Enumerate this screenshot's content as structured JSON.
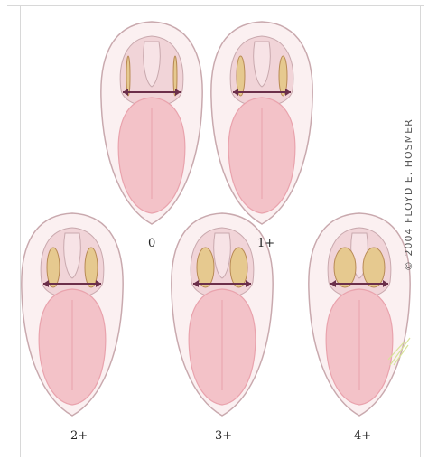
{
  "panels": [
    {
      "label": "0",
      "tonsil_grade": 0,
      "colors": {
        "tonsil": "#e6c98f"
      }
    },
    {
      "label": "1+",
      "tonsil_grade": 1,
      "colors": {
        "tonsil": "#e6c98f"
      }
    },
    {
      "label": "2+",
      "tonsil_grade": 2,
      "colors": {
        "tonsil": "#e6c98f"
      }
    },
    {
      "label": "3+",
      "tonsil_grade": 3,
      "colors": {
        "tonsil": "#e6c98f"
      }
    },
    {
      "label": "4+",
      "tonsil_grade": 4,
      "colors": {
        "tonsil": "#e6c98f"
      }
    }
  ],
  "credit": "© 2004 FLOYD E. HOSMER",
  "colors": {
    "mouth_outline": "#c9a9ae",
    "mouth_fill": "#fbf0f1",
    "tongue": "#f3c2c8",
    "tongue_shade": "#e9a3ad",
    "throat": "#f1d4d8",
    "measure_bar": "#6b2f4a"
  }
}
